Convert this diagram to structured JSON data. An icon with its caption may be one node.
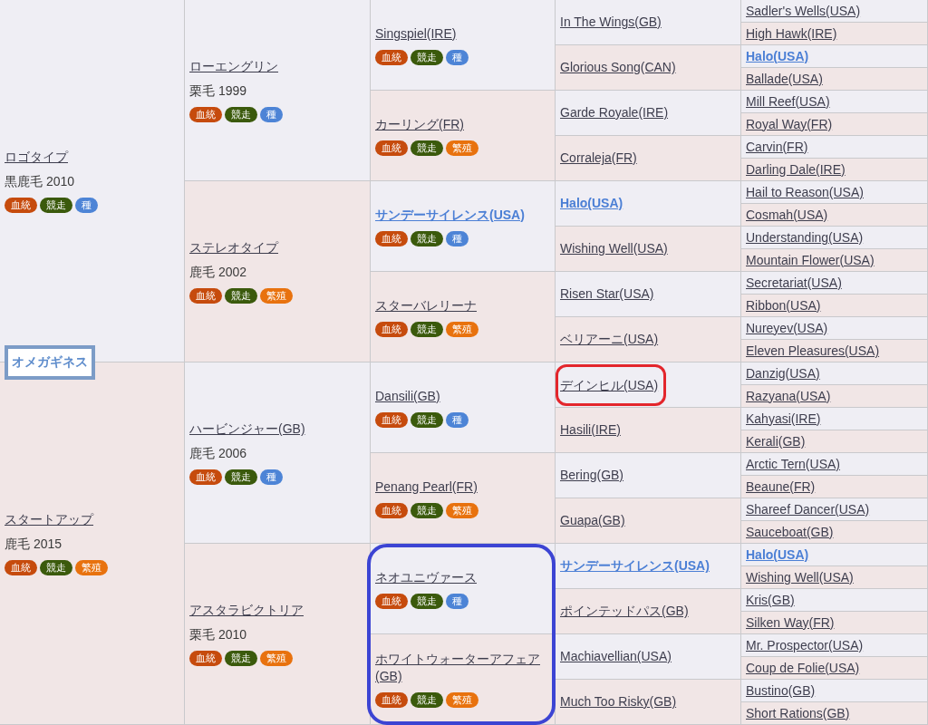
{
  "diagram": {
    "nodes": [
      {
        "text": [
          "ロゴタイプ",
          "黒鹿毛 2010",
          "血統",
          "競走",
          "種"
        ]
      },
      {
        "text": [
          "ローエングリン",
          "栗毛 1999",
          "血統",
          "競走",
          "種"
        ]
      },
      {
        "text": [
          "Singspiel(IRE)",
          "血統",
          "競走",
          "種"
        ]
      },
      {
        "text": [
          "In The Wings(GB)"
        ]
      },
      {
        "text": [
          "Sadler's Wells(USA)"
        ]
      },
      {
        "text": [
          "High Hawk(IRE)"
        ]
      },
      {
        "text": [
          "Glorious Song(CAN)"
        ]
      },
      {
        "text": [
          "Halo(USA)"
        ]
      },
      {
        "text": [
          "Ballade(USA)"
        ]
      },
      {
        "text": [
          "カーリング(FR)",
          "血統",
          "競走",
          "繁殖"
        ]
      },
      {
        "text": [
          "Garde Royale(IRE)"
        ]
      },
      {
        "text": [
          "Mill Reef(USA)"
        ]
      },
      {
        "text": [
          "Royal Way(FR)"
        ]
      },
      {
        "text": [
          "Corraleja(FR)"
        ]
      },
      {
        "text": [
          "Carvin(FR)"
        ]
      },
      {
        "text": [
          "Darling Dale(IRE)"
        ]
      },
      {
        "text": [
          "ステレオタイプ",
          "鹿毛 2002",
          "血統",
          "競走",
          "繁殖"
        ]
      },
      {
        "text": [
          "サンデーサイレンス(USA)",
          "血統",
          "競走",
          "種"
        ]
      },
      {
        "text": [
          "Halo(USA)"
        ]
      },
      {
        "text": [
          "Hail to Reason(USA)"
        ]
      },
      {
        "text": [
          "Cosmah(USA)"
        ]
      },
      {
        "text": [
          "Wishing Well(USA)"
        ]
      },
      {
        "text": [
          "Understanding(USA)"
        ]
      },
      {
        "text": [
          "Mountain Flower(USA)"
        ]
      },
      {
        "text": [
          "スターバレリーナ",
          "血統",
          "競走",
          "繁殖"
        ]
      },
      {
        "text": [
          "Risen Star(USA)"
        ]
      },
      {
        "text": [
          "Secretariat(USA)"
        ]
      },
      {
        "text": [
          "Ribbon(USA)"
        ]
      },
      {
        "text": [
          "ベリアーニ(USA)"
        ]
      },
      {
        "text": [
          "Nureyev(USA)"
        ]
      },
      {
        "text": [
          "Eleven Pleasures(USA)"
        ]
      },
      {
        "text": [
          "オメガギネス"
        ]
      },
      {
        "text": [
          "スタートアップ",
          "鹿毛 2015",
          "血統",
          "競走",
          "繁殖"
        ]
      },
      {
        "text": [
          "ハービンジャー(GB)",
          "鹿毛 2006",
          "血統",
          "競走",
          "種"
        ]
      },
      {
        "text": [
          "Dansili(GB)",
          "血統",
          "競走",
          "種"
        ]
      },
      {
        "text": [],
        "shape": "box"
      },
      {
        "text": [
          "デインヒル(USA)"
        ],
        "in": 35
      },
      {
        "text": [
          "Danzig(USA)"
        ]
      },
      {
        "text": [
          "Razyana(USA)"
        ]
      },
      {
        "text": [
          "Hasili(IRE)"
        ]
      },
      {
        "text": [
          "Kahyasi(IRE)"
        ]
      },
      {
        "text": [
          "Kerali(GB)"
        ]
      },
      {
        "text": [
          "Penang Pearl(FR)",
          "血統",
          "競走",
          "繁殖"
        ]
      },
      {
        "text": [
          "Bering(GB)"
        ]
      },
      {
        "text": [
          "Arctic Tern(USA)"
        ]
      },
      {
        "text": [
          "Beaune(FR)"
        ]
      },
      {
        "text": [
          "Guapa(GB)"
        ]
      },
      {
        "text": [
          "Shareef Dancer(USA)"
        ]
      },
      {
        "text": [
          "Sauceboat(GB)"
        ]
      },
      {
        "text": [
          "アスタラビクトリア",
          "栗毛 2010",
          "血統",
          "競走",
          "繁殖"
        ]
      },
      {
        "text": [],
        "shape": "box"
      },
      {
        "text": [
          "ネオユニヴァース",
          "血統",
          "競走",
          "種"
        ],
        "in": 50
      },
      {
        "text": [
          "サンデーサイレンス(USA)"
        ]
      },
      {
        "text": [
          "Halo(USA)"
        ]
      },
      {
        "text": [
          "Wishing Well(USA)"
        ]
      },
      {
        "text": [
          "ポインテッドパス(GB)"
        ]
      },
      {
        "text": [
          "Kris(GB)"
        ]
      },
      {
        "text": [
          "Silken Way(FR)"
        ]
      },
      {
        "text": [
          "ホワイトウォーターアフェア(GB)",
          "血統",
          "競走",
          "繁殖"
        ],
        "in": 50
      },
      {
        "text": [
          "Machiavellian(USA)"
        ]
      },
      {
        "text": [
          "Mr. Prospector(USA)"
        ]
      },
      {
        "text": [
          "Coup de Folie(USA)"
        ]
      },
      {
        "text": [
          "Much Too Risky(GB)"
        ]
      },
      {
        "text": [
          "Bustino(GB)"
        ]
      },
      {
        "text": [
          "Short Rations(GB)"
        ]
      }
    ]
  }
}
